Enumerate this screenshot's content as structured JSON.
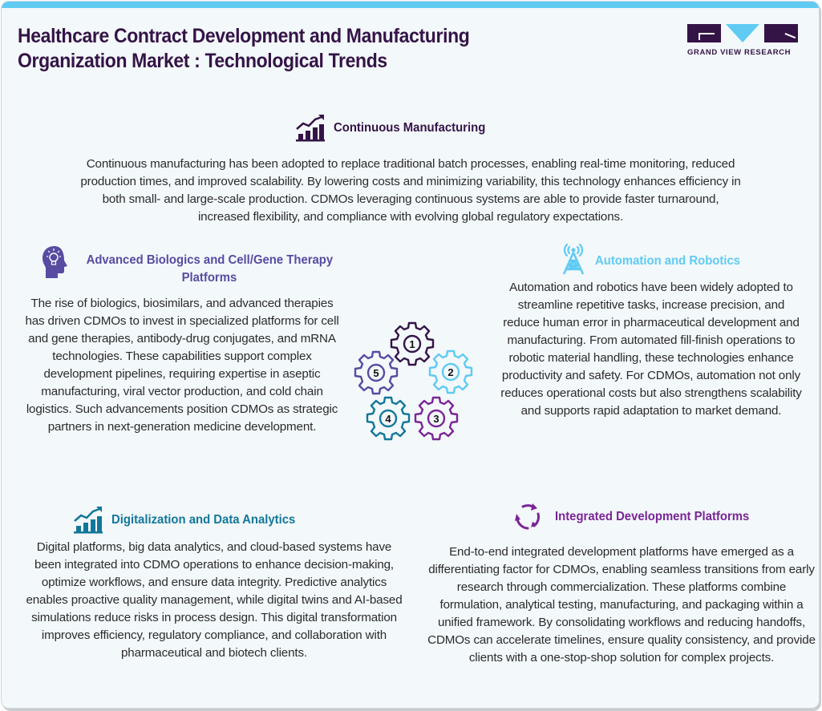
{
  "header": {
    "title": "Healthcare Contract Development and Manufacturing Organization Market : Technological Trends",
    "title_line1": "Healthcare Contract Development and Manufacturing",
    "title_line2": "Organization Market : Technological Trends",
    "logo_text": "GRAND VIEW RESEARCH"
  },
  "colors": {
    "title": "#341447",
    "accent_bar": "#5fcbf3",
    "background": "#f3f8fb",
    "continuous": "#341447",
    "biologics": "#574ca1",
    "automation": "#5fcbf3",
    "digital": "#13779a",
    "integrated": "#7b2596"
  },
  "sections": {
    "continuous": {
      "icon": "chart-growth-icon",
      "heading": "Continuous Manufacturing",
      "text": "Continuous manufacturing has been adopted to replace traditional batch processes, enabling real-time monitoring, reduced production times, and improved scalability. By lowering costs and minimizing variability, this technology enhances efficiency in both small- and large-scale production. CDMOs leveraging continuous systems are able to provide faster turnaround, increased flexibility, and compliance with evolving global regulatory expectations."
    },
    "biologics": {
      "icon": "head-lightbulb-icon",
      "heading_line1": "Advanced Biologics and Cell/Gene Therapy",
      "heading_line2": "Platforms",
      "text": "The rise of biologics, biosimilars, and advanced therapies has driven CDMOs to invest in specialized platforms for cell and gene therapies, antibody-drug conjugates, and mRNA technologies. These capabilities support complex development pipelines, requiring expertise in aseptic manufacturing, viral vector production, and cold chain logistics. Such advancements position CDMOs as strategic partners in next-generation medicine development."
    },
    "automation": {
      "icon": "signal-tower-icon",
      "heading": "Automation and Robotics",
      "text": "Automation and robotics have been widely adopted to streamline repetitive tasks, increase precision, and reduce human error in pharmaceutical development and manufacturing. From automated fill-finish operations to robotic material handling, these technologies enhance productivity and safety. For CDMOs, automation not only reduces operational costs but also strengthens scalability and supports rapid adaptation to market demand."
    },
    "digital": {
      "icon": "chart-growth-icon",
      "heading": "Digitalization and Data Analytics",
      "text": "Digital platforms, big data analytics, and cloud-based systems have been integrated into CDMO operations to enhance decision-making, optimize workflows, and ensure data integrity. Predictive analytics enables proactive quality management, while digital twins and AI-based simulations reduce risks in process design. This digital transformation improves efficiency, regulatory compliance, and collaboration with pharmaceutical and biotech clients."
    },
    "integrated": {
      "icon": "cycle-arrows-icon",
      "heading": "Integrated Development Platforms",
      "text": "End-to-end integrated development platforms have emerged as a differentiating factor for CDMOs, enabling seamless transitions from early research through commercialization. These platforms combine formulation, analytical testing, manufacturing, and packaging within a unified framework. By consolidating workflows and reducing handoffs, CDMOs can accelerate timelines, ensure quality consistency, and provide clients with a one-stop-shop solution for complex projects."
    }
  },
  "gears": [
    {
      "number": "1",
      "color": "#341447"
    },
    {
      "number": "2",
      "color": "#5fcbf3"
    },
    {
      "number": "3",
      "color": "#7b2596"
    },
    {
      "number": "4",
      "color": "#13779a"
    },
    {
      "number": "5",
      "color": "#574ca1"
    }
  ]
}
